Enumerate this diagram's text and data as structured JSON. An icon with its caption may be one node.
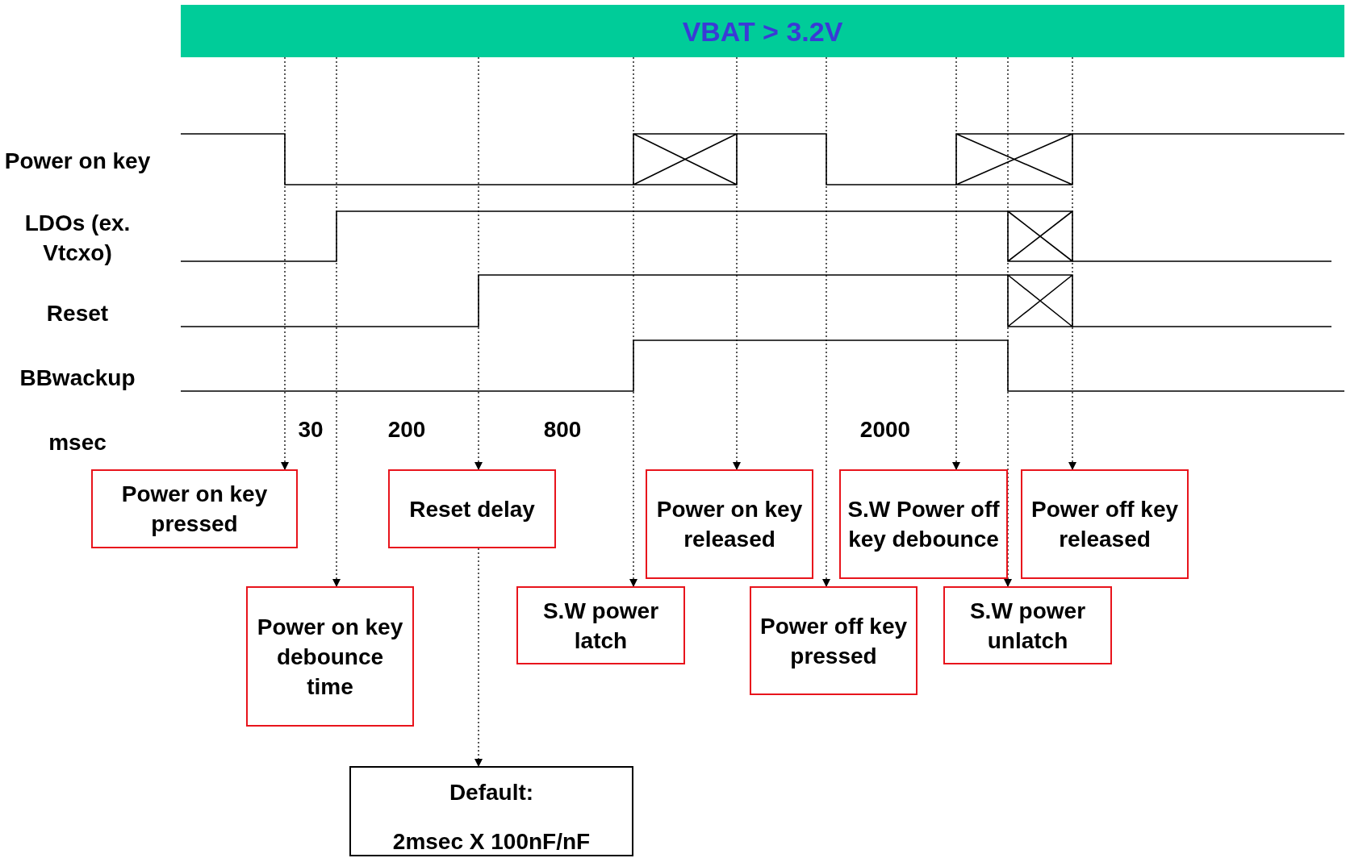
{
  "diagram": {
    "nodes": [
      {
        "text": [
          "VBAT > 3.2V"
        ]
      },
      {
        "text": [
          "Power on key pressed"
        ]
      },
      {
        "text": [
          "Power on key debounce time"
        ]
      },
      {
        "text": [
          "Reset delay"
        ]
      },
      {
        "text": [
          "Default:",
          "2msec X 100nF/nF"
        ]
      },
      {
        "text": [
          "S.W power latch"
        ]
      },
      {
        "text": [
          "Power on key released"
        ]
      },
      {
        "text": [
          "Power off key pressed"
        ]
      },
      {
        "text": [
          "S.W Power off key debounce"
        ]
      },
      {
        "text": [
          "S.W power unlatch"
        ]
      },
      {
        "text": [
          "Power off key released"
        ]
      }
    ],
    "edges": [
      {
        "from": 0,
        "to": 1,
        "arrow": "to",
        "style": "dashed"
      },
      {
        "from": 0,
        "to": 2,
        "arrow": "to",
        "style": "dashed"
      },
      {
        "from": 0,
        "to": 3,
        "arrow": "to",
        "style": "dashed"
      },
      {
        "from": 3,
        "to": 4,
        "arrow": "to",
        "style": "dashed"
      },
      {
        "from": 0,
        "to": 5,
        "arrow": "to",
        "style": "dashed"
      },
      {
        "from": 0,
        "to": 6,
        "arrow": "to",
        "style": "dashed"
      },
      {
        "from": 0,
        "to": 7,
        "arrow": "to",
        "style": "dashed"
      },
      {
        "from": 0,
        "to": 8,
        "arrow": "to",
        "style": "dashed"
      },
      {
        "from": 0,
        "to": 9,
        "arrow": "to",
        "style": "dashed"
      },
      {
        "from": 0,
        "to": 10,
        "arrow": "to",
        "style": "dashed"
      }
    ],
    "labels": [
      "Power on key",
      "LDOs (ex. Vtcxo)",
      "Reset",
      "BBwackup",
      "msec",
      "30",
      "200",
      "800",
      "2000"
    ]
  }
}
